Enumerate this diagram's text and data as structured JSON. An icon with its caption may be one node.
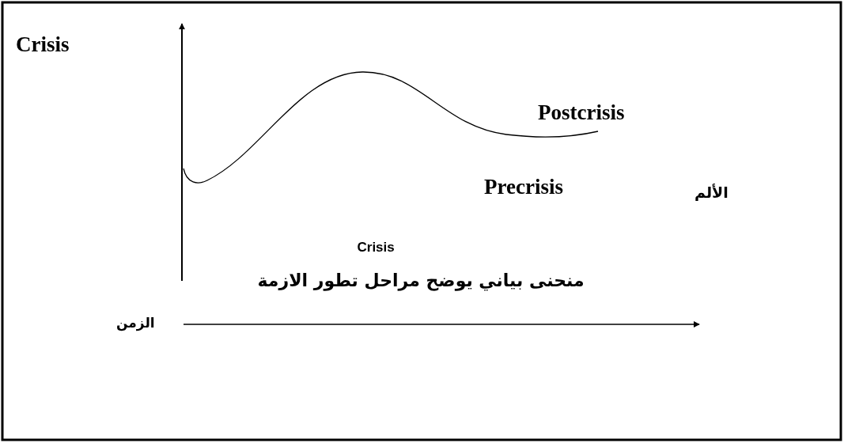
{
  "diagram": {
    "labels": [
      "Crisis",
      "Postcrisis",
      "Precrisis",
      "الألم",
      "Crisis",
      "منحنى بياني يوضح مراحل تطور الازمة",
      "الزمن"
    ]
  }
}
